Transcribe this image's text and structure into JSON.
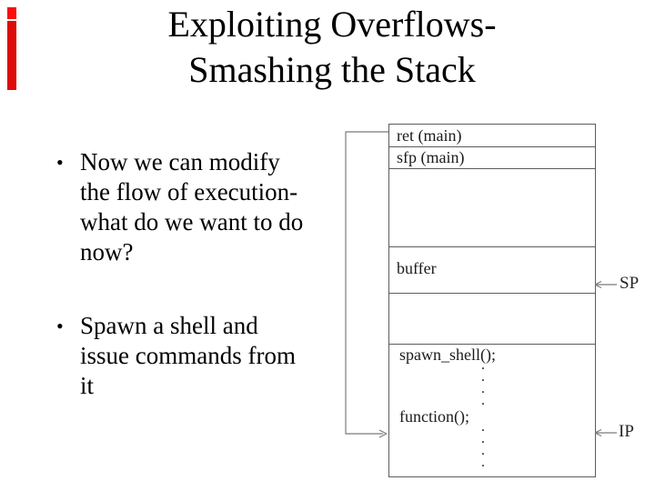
{
  "slide": {
    "background": "#ffffff",
    "accent_bar": {
      "segments": [
        {
          "name": "top-square",
          "color": "#fb0f0b"
        },
        {
          "name": "main-bar",
          "color": "#dd0c07"
        }
      ]
    },
    "title": {
      "line1": "Exploiting Overflows-",
      "line2": "Smashing the Stack",
      "color": "#000000"
    },
    "bullets": [
      {
        "marker": "•",
        "lines": [
          "Now we can modify",
          "the flow of execution-",
          "what do we want to do",
          "now?"
        ]
      },
      {
        "marker": "•",
        "lines": [
          "Spawn a shell and",
          "issue commands from",
          "it"
        ]
      }
    ]
  },
  "diagram": {
    "type": "stack-layout",
    "line_color": "#5c5c5c",
    "connector_color": "#7a7a7a",
    "text_color": "#1b1b1b",
    "cells": [
      {
        "name": "ret",
        "label": "ret (main)"
      },
      {
        "name": "sfp",
        "label": "sfp (main)"
      },
      {
        "name": "empty-upper",
        "label": ""
      },
      {
        "name": "buffer",
        "label": "buffer"
      },
      {
        "name": "empty-lower",
        "label": ""
      },
      {
        "name": "code",
        "label": "spawn_shell();",
        "label2": "function();",
        "dots1": ".\n.\n.\n.",
        "dots2": ".\n.\n.\n."
      }
    ],
    "pointers": [
      {
        "name": "stack-pointer",
        "label": "SP"
      },
      {
        "name": "instruction-pointer",
        "label": "IP"
      }
    ]
  }
}
